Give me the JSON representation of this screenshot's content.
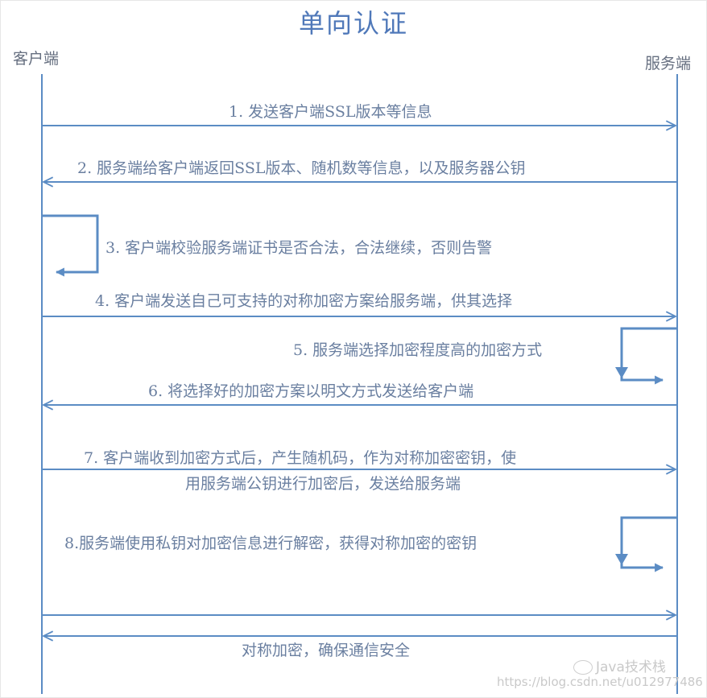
{
  "title": "单向认证",
  "actors": {
    "client": "客户端",
    "server": "服务端"
  },
  "steps": [
    {
      "id": 1,
      "text": "1. 发送客户端SSL版本等信息"
    },
    {
      "id": 2,
      "text": "2. 服务端给客户端返回SSL版本、随机数等信息，以及服务器公钥"
    },
    {
      "id": 3,
      "text": "3. 客户端校验服务端证书是否合法，合法继续，否则告警"
    },
    {
      "id": 4,
      "text": "4. 客户端发送自己可支持的对称加密方案给服务端，供其选择"
    },
    {
      "id": 5,
      "text": "5. 服务端选择加密程度高的加密方式"
    },
    {
      "id": 6,
      "text": "6. 将选择好的加密方案以明文方式发送给客户端"
    },
    {
      "id": 7,
      "line1": "7. 客户端收到加密方式后，产生随机码，作为对称加密密钥，使",
      "line2": "用服务端公钥进行加密后，发送给服务端"
    },
    {
      "id": 8,
      "text": "8.服务端使用私钥对加密信息进行解密，获得对称加密的密钥"
    },
    {
      "id": 9,
      "text": "对称加密，确保通信安全"
    }
  ],
  "watermark": {
    "brand": "Java技术栈",
    "url": "https://blog.csdn.net/u012977486"
  },
  "colors": {
    "line": "#5b8cc4",
    "title": "#4f78b9",
    "text": "#6a7fa0"
  }
}
